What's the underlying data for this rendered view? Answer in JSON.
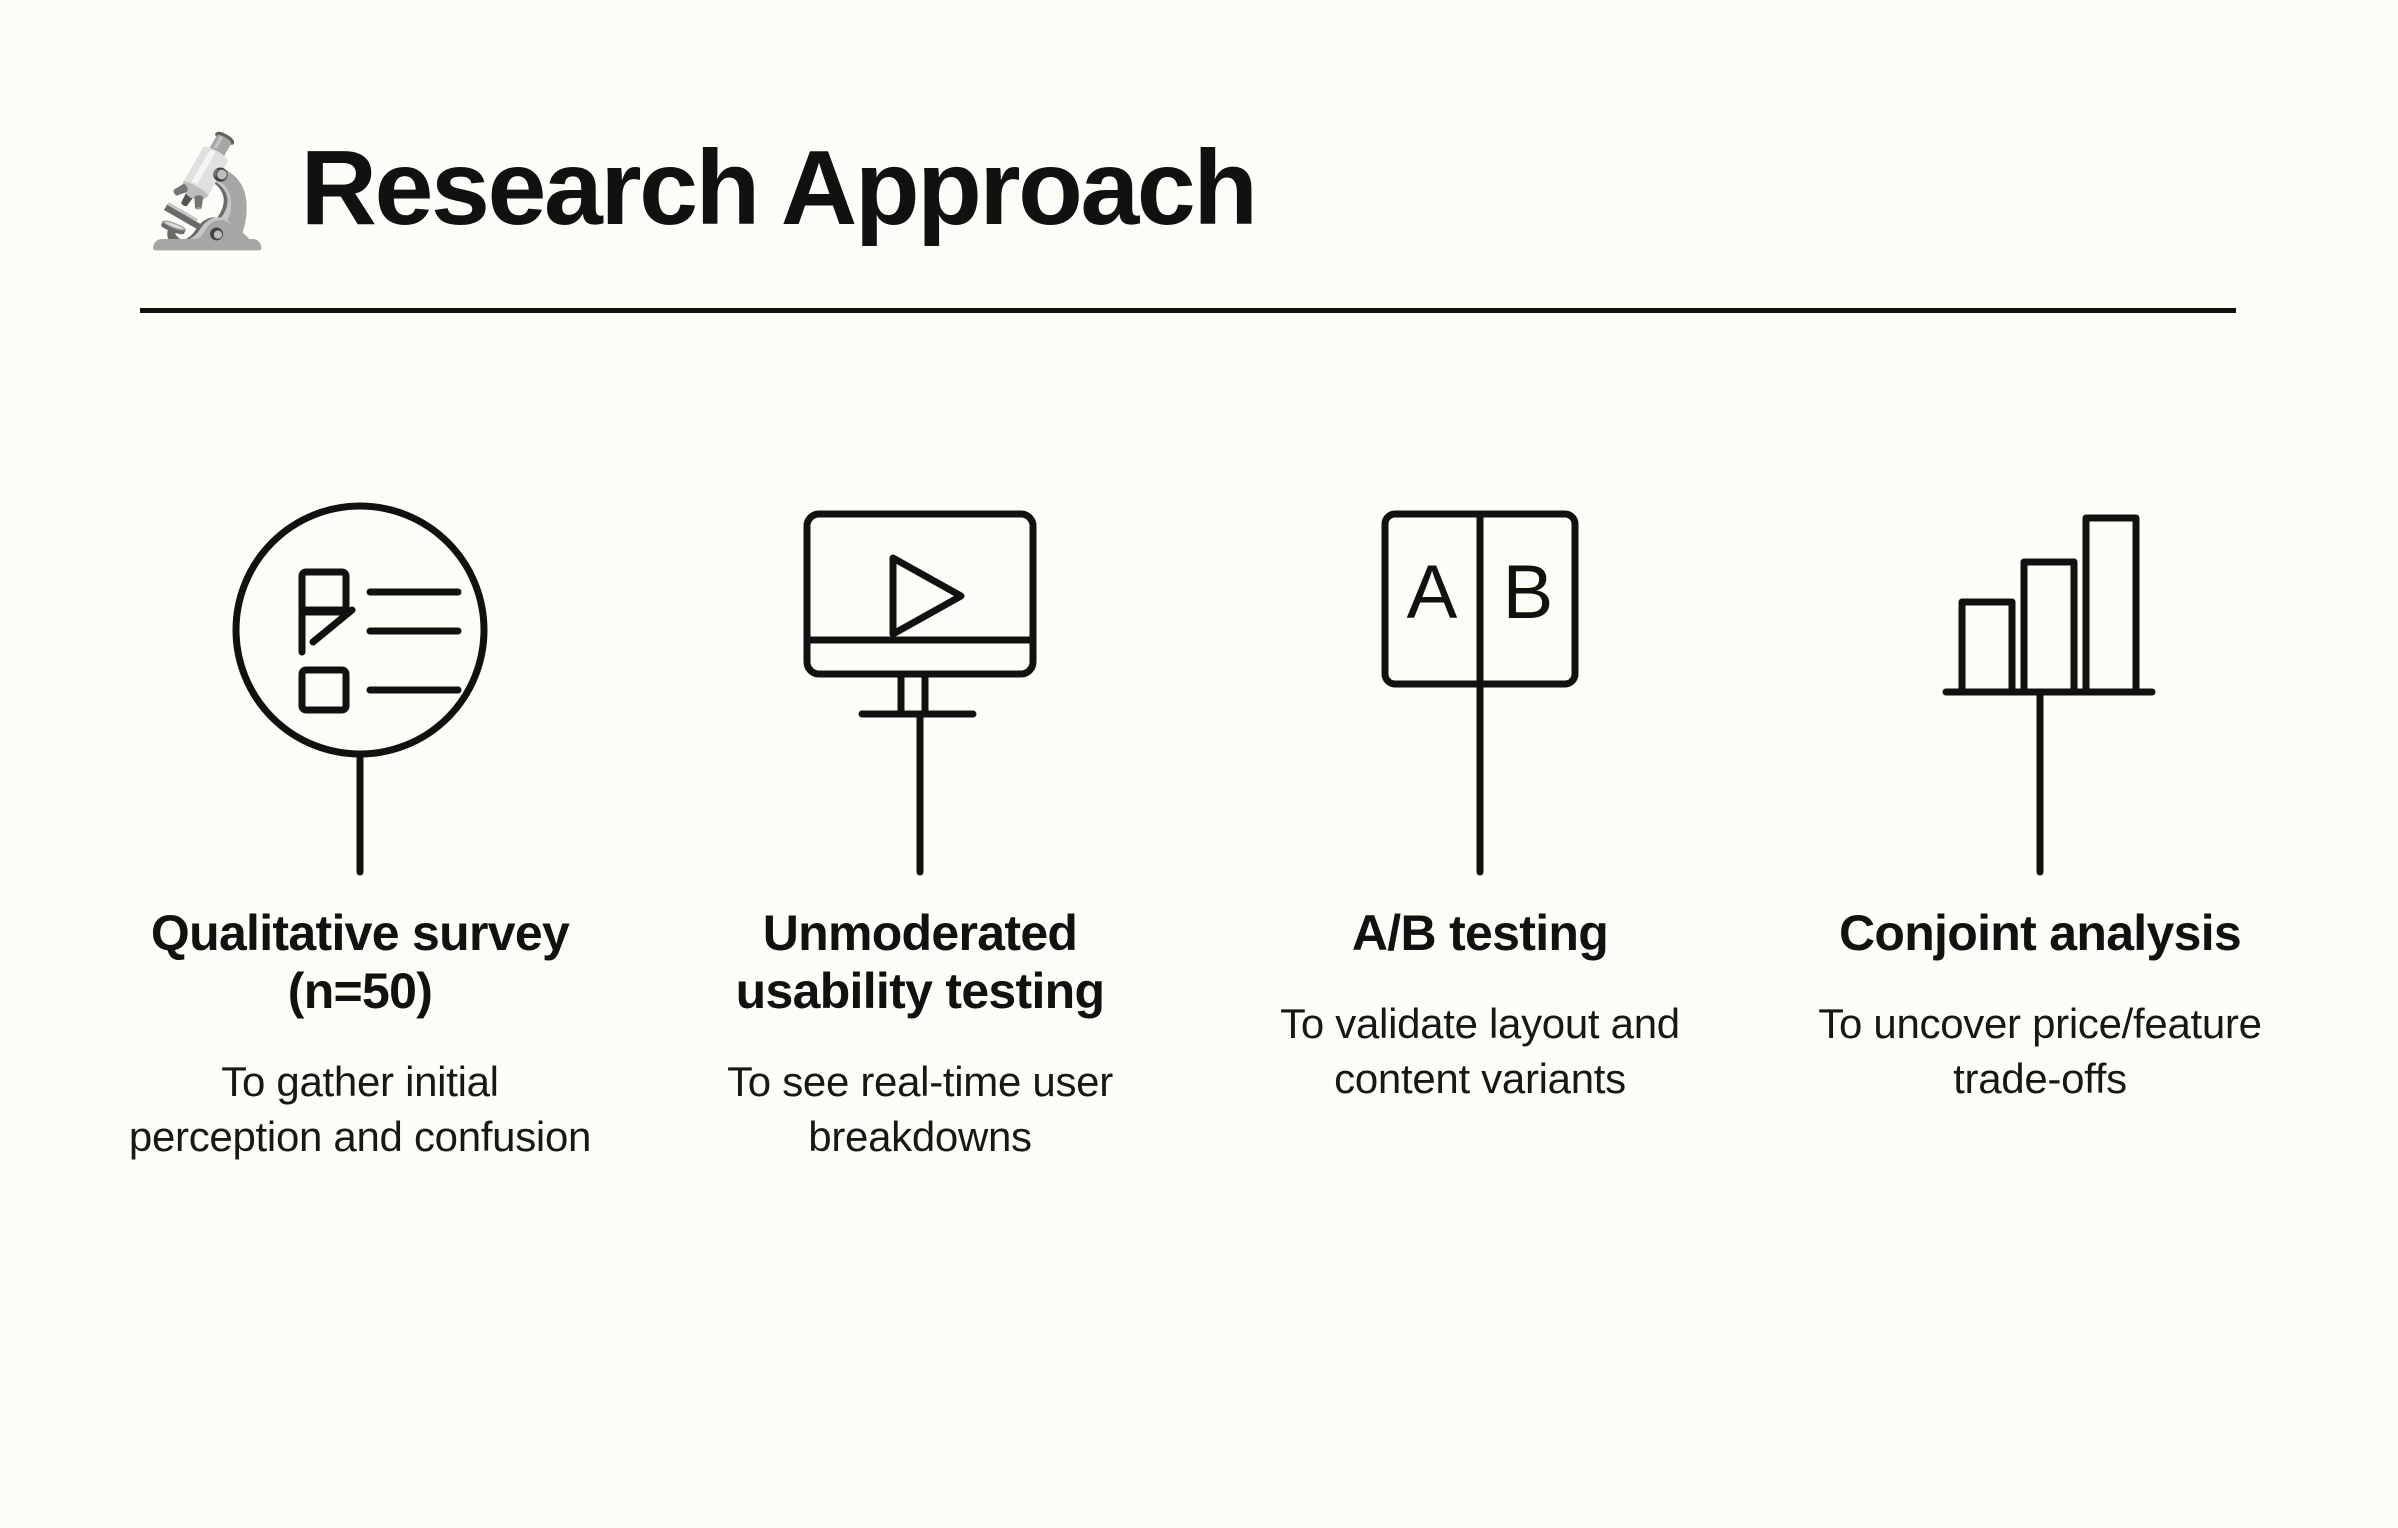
{
  "page": {
    "background_color": "#FDFDF8",
    "text_color": "#111111",
    "accent_color": "#111111"
  },
  "header": {
    "emoji": "🔬",
    "emoji_name": "microscope-emoji",
    "title": "Research Approach"
  },
  "columns": [
    {
      "icon": "survey-checklist-circle-icon",
      "title": "Qualitative survey (n=50)",
      "description": "To gather initial perception and confusion"
    },
    {
      "icon": "monitor-play-video-icon",
      "title": "Unmoderated usability testing",
      "description": "To see real-time user breakdowns"
    },
    {
      "icon": "ab-split-test-icon",
      "title": "A/B testing",
      "description": "To validate layout and content variants",
      "label_a": "A",
      "label_b": "B"
    },
    {
      "icon": "bar-chart-icon",
      "title": "Conjoint analysis",
      "description": "To uncover price/feature trade-offs"
    }
  ]
}
